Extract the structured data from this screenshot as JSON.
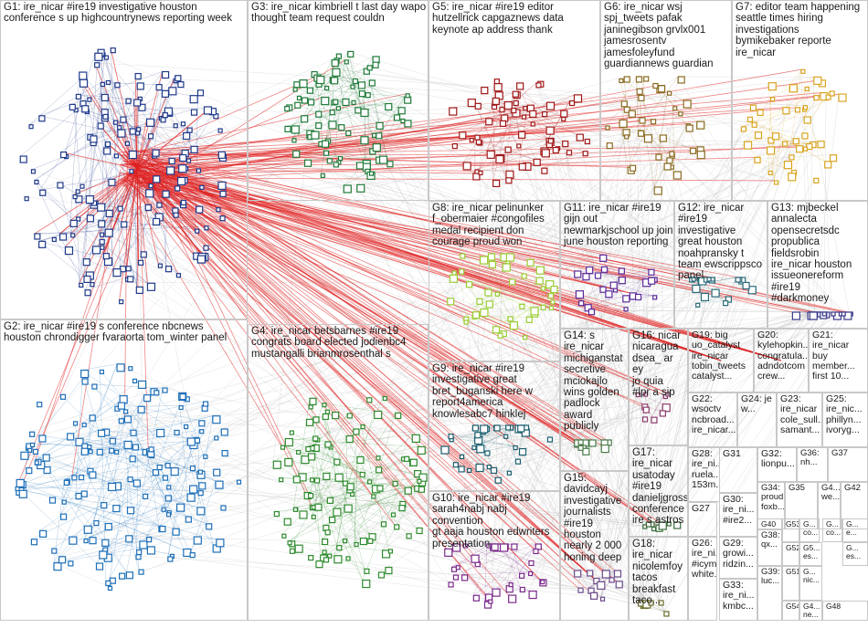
{
  "groups": [
    {
      "id": "G1",
      "label": "G1: ire_nicar #ire19 investigative houston\nconference s up highcountrynews reporting week",
      "color": "#1f3a8a"
    },
    {
      "id": "G2",
      "label": "G2: ire_nicar #ire19 s conference nbcnews\nhouston chrondigger fvaraorta tom_winter panel",
      "color": "#1e6fb8"
    },
    {
      "id": "G3",
      "label": "G3: ire_nicar kimbriell t last day wapo\nthought team request couldn",
      "color": "#1f7a3a"
    },
    {
      "id": "G4",
      "label": "G4: ire_nicar betsbarnes #ire19\ncongrats board elected jodienbc4\nmustangalli brianmrosenthal s",
      "color": "#2e8b2e"
    },
    {
      "id": "G5",
      "label": "G5: ire_nicar #ire19 editor\nhutzellrick capgaznews data\nkeynote ap address thank",
      "color": "#a01818"
    },
    {
      "id": "G6",
      "label": "G6: ire_nicar wsj\nspj_tweets pafak\njaninegibson grvlx001\njamesrosentv\njamesfoleyfund\nguardiannews guardian",
      "color": "#8a6a20"
    },
    {
      "id": "G7",
      "label": "G7: editor team happening\nseattle times hiring\ninvestigations\nbymikebaker reporte\nire_nicar",
      "color": "#d9a520"
    },
    {
      "id": "G8",
      "label": "G8: ire_nicar pelinunker\nf_obermaier #congofiles\nmedal recipient don\ncourage proud won",
      "color": "#9acd32"
    },
    {
      "id": "G9",
      "label": "G9: ire_nicar #ire19\ninvestigative great\nbret_buganski here w\nreport4america\nknowlesabc7 hinklej",
      "color": "#1a5f6f"
    },
    {
      "id": "G10",
      "label": "G10: ire_nicar #ire19\nsarah4nabj nabj convention\ngt aaja houston edwriters\npresentation",
      "color": "#7a2a8a"
    },
    {
      "id": "G11",
      "label": "G11: ire_nicar #ire19\ngijn out\nnewmarkjschool up join\njune houston reporting",
      "color": "#5a2a9a"
    },
    {
      "id": "G12",
      "label": "G12: ire_nicar\n#ire19 investigative\ngreat houston\nnoahpransky t\nteam ewscrippsco\npanel",
      "color": "#2a6a7a"
    },
    {
      "id": "G13",
      "label": "G13: mjbeckel\nannalecta\nopensecretsdc\npropublica\nfieldsrobin\nire_nicar houston\nissueonereform\n#ire19\n#darkmoney",
      "color": "#3a3a8a"
    },
    {
      "id": "G14",
      "label": "G14: s\nire_nicar\nmichiganstat\nsecretive\nmciokajlo\nwins golden\npadlock\naward\npublicly",
      "color": "#4a7a4a"
    },
    {
      "id": "G15",
      "label": "G15:\ndavidcayj\ninvestigative\njournalists\n#ire19\nhouston\nnearly 2 000\nhoning deep",
      "color": "#6a4a8a"
    },
    {
      "id": "G16",
      "label": "G16: nicar\nnicaragua\ndsea_ ar ey\njo quia\n#lpr a sip",
      "color": "#8a3a6a"
    },
    {
      "id": "G17",
      "label": "G17:\nire_nicar\nusatoday\n#ire19\ndanieljgross\nconference\nire s astros",
      "color": "#3a6a3a"
    },
    {
      "id": "G18",
      "label": "G18:\nire_nicar\nnicolemfoy\ntacos\nbreakfast\ntaco...",
      "color": "#6a6a2a"
    },
    {
      "id": "G19",
      "label": "G19: big\nuo_catalyst\nire_nicar\ntobin_tweets\ncatalyst...",
      "color": "#2a5a8a"
    },
    {
      "id": "G20",
      "label": "G20:\nkylehopkin...\ncongratula...\nadndotcom\ncrew...",
      "color": "#8a2a2a"
    },
    {
      "id": "G21",
      "label": "G21:\nire_nicar\nbuy\nmember...\nfirst 10...",
      "color": "#5a5a5a"
    },
    {
      "id": "G22",
      "label": "G22:\nwsoctv\nncbroad...\nire_nicar...",
      "color": "#2a2a7a"
    },
    {
      "id": "G23",
      "label": "G23:\nire_nicar\ncole_sull...\nsamant...",
      "color": "#7a2a5a"
    },
    {
      "id": "G24",
      "label": "G24: je\nw...",
      "color": "#4a4a4a"
    },
    {
      "id": "G25",
      "label": "G25:\nire_nic...\nphillyn...\nivoryg...",
      "color": "#2a6a4a"
    },
    {
      "id": "G26",
      "label": "G26:\nire_ni...\n#icymi\nwhite...",
      "color": "#6a2a2a"
    },
    {
      "id": "G27",
      "label": "G27",
      "color": "#3a6a6a"
    },
    {
      "id": "G28",
      "label": "G28:\nire_ni...\nruela...\n153m...",
      "color": "#5a3a2a"
    },
    {
      "id": "G29",
      "label": "G29:\ngrowi...\nridzin...",
      "color": "#2a4a6a"
    },
    {
      "id": "G30",
      "label": "G30:\nire_ni...\n#ire2...",
      "color": "#4a2a6a"
    },
    {
      "id": "G31",
      "label": "G31",
      "color": "#6a4a2a"
    },
    {
      "id": "G32",
      "label": "G32:\nlionpu...",
      "color": "#2a6a2a"
    },
    {
      "id": "G33",
      "label": "G33:\nire_ni...\nkmbc...",
      "color": "#6a2a4a"
    },
    {
      "id": "G34",
      "label": "G34:\nproud\nfoxb...",
      "color": "#4a6a2a"
    },
    {
      "id": "G35",
      "label": "G35",
      "color": "#2a2a6a"
    },
    {
      "id": "G36",
      "label": "G36:\nnh...",
      "color": "#6a6a6a"
    },
    {
      "id": "G37",
      "label": "G37",
      "color": "#3a3a3a"
    },
    {
      "id": "G38",
      "label": "G38:\nqx...",
      "color": "#5a2a5a"
    },
    {
      "id": "G39",
      "label": "G39:\nluc...",
      "color": "#2a5a5a"
    },
    {
      "id": "G40",
      "label": "G40",
      "color": "#5a5a2a"
    },
    {
      "id": "G41",
      "label": "G4...\nwe...",
      "color": "#7a3a3a"
    },
    {
      "id": "G42",
      "label": "G42",
      "color": "#3a7a3a"
    },
    {
      "id": "G43",
      "label": "G...\nco...",
      "color": "#3a3a7a"
    },
    {
      "id": "G44",
      "label": "G...\nnic...",
      "color": "#6a3a6a"
    },
    {
      "id": "G45",
      "label": "G5...\nes...",
      "color": "#3a6a6a"
    },
    {
      "id": "G46",
      "label": "G4...\nne...",
      "color": "#6a6a3a"
    },
    {
      "id": "G47",
      "label": "G...\nes...",
      "color": "#4a2a2a"
    },
    {
      "id": "G48",
      "label": "G48",
      "color": "#2a4a2a"
    },
    {
      "id": "G49",
      "label": "G...\nco...",
      "color": "#2a2a4a"
    },
    {
      "id": "G50",
      "label": "G...\ne...",
      "color": "#4a4a2a"
    },
    {
      "id": "G51",
      "label": "G51",
      "color": "#5a3a5a"
    },
    {
      "id": "G52",
      "label": "G52",
      "color": "#3a5a5a"
    },
    {
      "id": "G53",
      "label": "G53",
      "color": "#5a5a3a"
    },
    {
      "id": "G54",
      "label": "G54",
      "color": "#4a3a3a"
    }
  ],
  "colors": {
    "background": "#ffffff",
    "border": "#c8c8c8",
    "edge_gray": "#c0c0c0",
    "edge_red": "#e02020",
    "label_text": "#1a1a1a"
  }
}
